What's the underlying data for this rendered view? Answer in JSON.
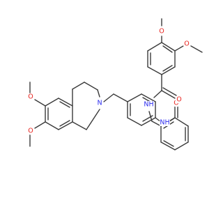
{
  "molecule": {
    "atom_labels": {
      "o_methoxy_a": "O",
      "o_methoxy_b": "O",
      "n_ring": "N",
      "nh_anilide": "NH",
      "o_amide_central": "O",
      "nh_benzamide": "NH",
      "o_amide_right": "O",
      "o_methoxy_c": "O",
      "o_methoxy_d": "O"
    },
    "colors": {
      "bond": "#3a3a3a",
      "oxygen": "#e8221d",
      "nitrogen": "#2a2aee"
    }
  }
}
